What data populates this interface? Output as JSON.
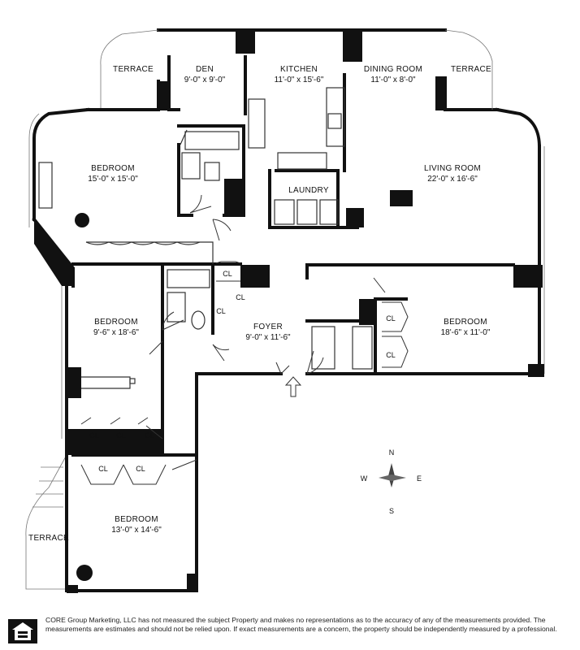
{
  "rooms": {
    "terrace_left": {
      "name": "TERRACE"
    },
    "den": {
      "name": "DEN",
      "size": "9'-0\" x 9'-0\""
    },
    "kitchen": {
      "name": "KITCHEN",
      "size": "11'-0\" x 15'-6\""
    },
    "dining": {
      "name": "DINING ROOM",
      "size": "11'-0\" x 8'-0\""
    },
    "terrace_right": {
      "name": "TERRACE"
    },
    "bedroom_top_left": {
      "name": "BEDROOM",
      "size": "15'-0\" x 15'-0\""
    },
    "living": {
      "name": "LIVING ROOM",
      "size": "22'-0\" x 16'-6\""
    },
    "laundry": {
      "name": "LAUNDRY"
    },
    "bedroom_mid_left": {
      "name": "BEDROOM",
      "size": "9'-6\" x 18'-6\""
    },
    "foyer": {
      "name": "FOYER",
      "size": "9'-0\" x 11'-6\""
    },
    "bedroom_right": {
      "name": "BEDROOM",
      "size": "18'-6\" x 11'-0\""
    },
    "bedroom_bottom": {
      "name": "BEDROOM",
      "size": "13'-0\" x 14'-6\""
    },
    "terrace_bottom": {
      "name": "TERRACE"
    }
  },
  "closet_label": "CL",
  "compass": {
    "n": "N",
    "s": "S",
    "e": "E",
    "w": "W"
  },
  "footer": {
    "logo_icon": "equal-housing-opportunity-icon",
    "disclaimer": "CORE Group Marketing, LLC has not measured the subject Property and makes no representations as to the accuracy of any of the measurements provided. The measurements are estimates and should not be relied upon. If exact measurements are a concern, the property should be independently measured by a professional."
  }
}
